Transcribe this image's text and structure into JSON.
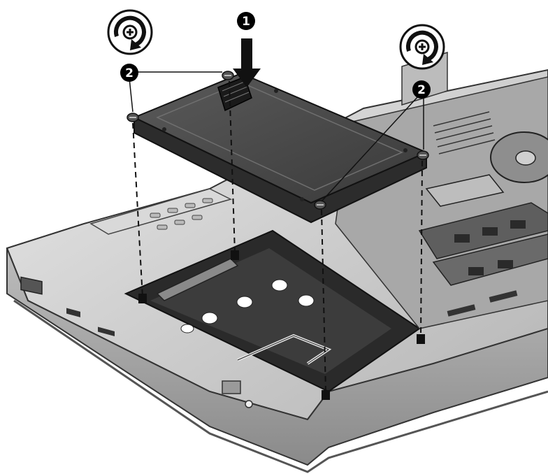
{
  "callouts": [
    {
      "id": "step-1",
      "label": "1"
    },
    {
      "id": "step-2-left",
      "label": "2"
    },
    {
      "id": "step-2-right",
      "label": "2"
    }
  ],
  "icons": {
    "screw_tighten_left": "screw-tighten-icon",
    "screw_tighten_right": "screw-tighten-icon",
    "insert_arrow": "down-arrow-icon"
  },
  "colors": {
    "callout_fill": "#000000",
    "callout_text": "#ffffff",
    "line_art": "#1a1a1a",
    "drive_top": "#4a4a4a",
    "drive_side": "#2c2c2c",
    "chassis": "#cfcfcf",
    "chassis_dark": "#7a7a7a",
    "bay": "#2a2a2a"
  }
}
